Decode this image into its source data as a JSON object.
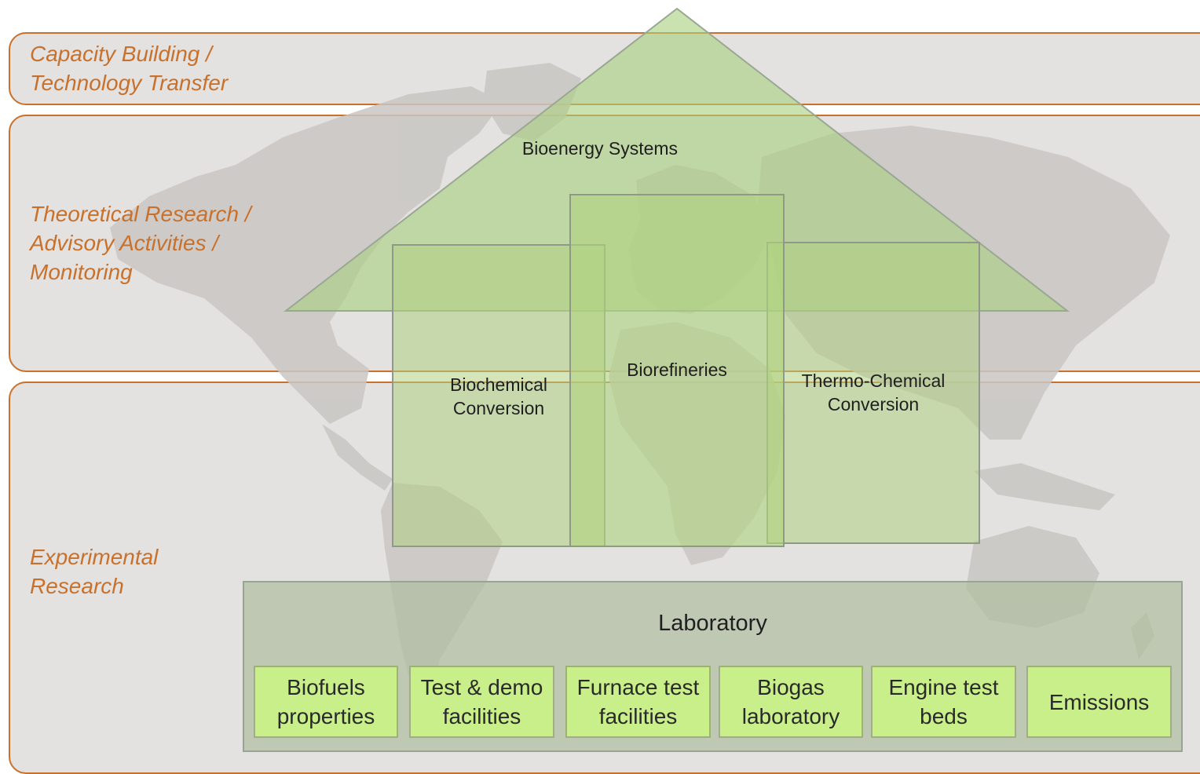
{
  "bands": [
    {
      "id": "capacity",
      "label": "Capacity Building /\nTechnology Transfer"
    },
    {
      "id": "theoretical",
      "label": "Theoretical Research /\nAdvisory Activities /\nMonitoring"
    },
    {
      "id": "experimental",
      "label": "Experimental\nResearch"
    }
  ],
  "roof": {
    "label": "Bioenergy Systems"
  },
  "pillars": {
    "biochemical": "Biochemical\nConversion",
    "biorefineries": "Biorefineries",
    "thermochemical": "Thermo-Chemical\nConversion"
  },
  "laboratory": {
    "title": "Laboratory",
    "facilities": [
      "Biofuels\nproperties",
      "Test & demo\nfacilities",
      "Furnace test\nfacilities",
      "Biogas\nlaboratory",
      "Engine test\nbeds",
      "Emissions"
    ]
  },
  "colors": {
    "band_border": "#c8712c",
    "band_label": "#c8712c",
    "band_fill": "#e3e2e1",
    "map_land": "#c9c6c3",
    "roof_fill": "#a9cf80",
    "pillar_fill": "#a9cf80",
    "facility_fill": "#c9ef8a"
  }
}
